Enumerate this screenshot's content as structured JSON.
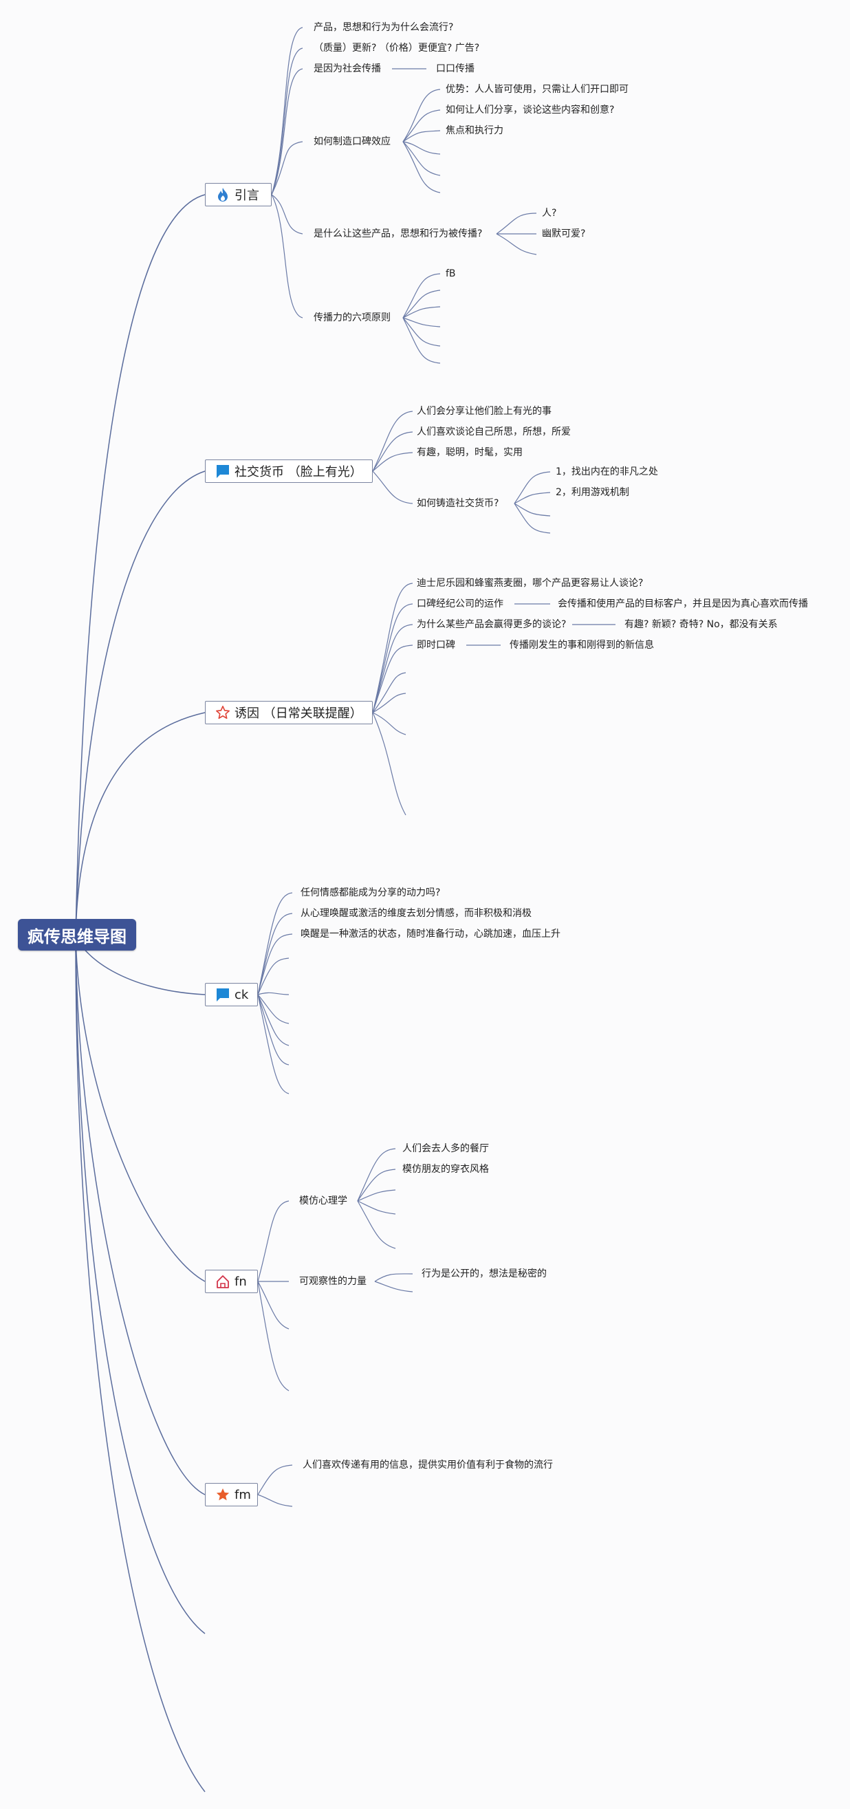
{
  "root": {
    "title": "疯传思维导图"
  },
  "branches": {
    "intro": {
      "label": "引言",
      "icon": "flame-icon",
      "items": {
        "q1": "产品，思想和行为为什么会流行?",
        "q2": "（质量）更新? （价格）更便宜? 广告?",
        "q3": "是因为社会传播",
        "q3_child": "口口传播",
        "q4": "如何制造口碑效应",
        "q4_c1": "优势：人人皆可使用，只需让人们开口即可",
        "q4_c2": "如何让人们分享，谈论这些内容和创意?",
        "q4_c3": "焦点和执行力",
        "q5": "是什么让这些产品，思想和行为被传播?",
        "q5_c1": "人?",
        "q5_c2": "幽默可爱?",
        "q6": "传播力的六项原则",
        "q6_c1": "fB"
      }
    },
    "social": {
      "label": "社交货币 （脸上有光）",
      "icon": "flag-icon",
      "items": {
        "a1": "人们会分享让他们脸上有光的事",
        "a2": "人们喜欢谈论自己所思，所想，所爱",
        "a3": "有趣，聪明，时髦，实用",
        "a4": "如何铸造社交货币?",
        "a4_c1": "1，找出内在的非凡之处",
        "a4_c2": "2，利用游戏机制"
      }
    },
    "trigger": {
      "label": "诱因 （日常关联提醒）",
      "icon": "star-outline-icon",
      "items": {
        "b1": "迪士尼乐园和蜂蜜燕麦圈，哪个产品更容易让人谈论?",
        "b2": "口碑经纪公司的运作",
        "b2_child": "会传播和使用产品的目标客户，并且是因为真心喜欢而传播",
        "b3": "为什么某些产品会赢得更多的谈论?",
        "b3_child": "有趣? 新颖? 奇特? No，都没有关系",
        "b4": "即时口碑",
        "b4_child": "传播刚发生的事和刚得到的新信息"
      }
    },
    "ck": {
      "label": "ck",
      "icon": "flag-icon",
      "items": {
        "c1": "任何情感都能成为分享的动力吗?",
        "c2": "从心理唤醒或激活的维度去划分情感，而非积极和消极",
        "c3": "唤醒是一种激活的状态，随时准备行动，心跳加速，血压上升"
      }
    },
    "fn": {
      "label": "fn",
      "icon": "home-icon",
      "items": {
        "d1": "模仿心理学",
        "d1_c1": "人们会去人多的餐厅",
        "d1_c2": "模仿朋友的穿衣风格",
        "d2": "可观察性的力量",
        "d2_c1": "行为是公开的，想法是秘密的"
      }
    },
    "fm": {
      "label": "fm",
      "icon": "star-filled-icon",
      "items": {
        "e1": "人们喜欢传递有用的信息，提供实用价值有利于食物的流行"
      }
    }
  },
  "colors": {
    "root_bg": "#3d5396",
    "line": "#5a6c9c",
    "flame": "#2f7fd0",
    "flag": "#1e88d6",
    "star_outline": "#e0463a",
    "home": "#d2344a",
    "star_filled": "#e85d2a"
  }
}
